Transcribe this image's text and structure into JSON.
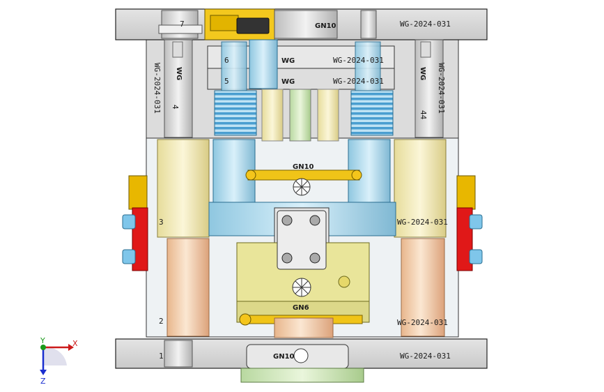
{
  "drawing": {
    "part_code": "WG-2024-031",
    "callouts": {
      "top_left_plate": "7",
      "top_right_plate": "WG-2024-031",
      "top_center_stamp": "GN10",
      "inner_top_a": "WG-2024-031",
      "inner_top_b": "WG-2024-031",
      "inner_num_a": "6",
      "inner_num_b": "5",
      "inner_mark_a": "WG",
      "inner_mark_b": "WG",
      "left_column": "WG-2024-031",
      "left_column_num": "4",
      "right_column": "WG-2024-031",
      "right_column_num": "44",
      "left_mark": "WG",
      "right_mark": "WG",
      "manifold_stamp": "GN10",
      "mid_right": "WG-2024-031",
      "mid_left_num": "3",
      "lower_right": "WG-2024-031",
      "lower_left_num": "2",
      "lower_center_stamp": "GN6",
      "bottom_left_num": "1",
      "bottom_right": "WG-2024-031",
      "bottom_center_stamp": "GN10"
    }
  },
  "triad": {
    "x_label": "X",
    "y_label": "Y",
    "z_label": "Z"
  }
}
